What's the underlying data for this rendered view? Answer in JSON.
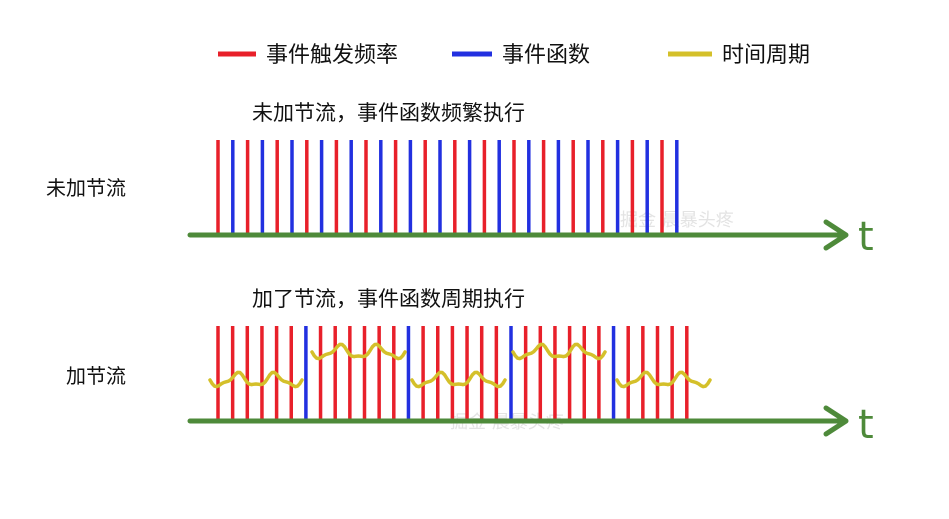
{
  "legend": {
    "items": [
      {
        "label": "事件触发频率",
        "color": "#e8202a"
      },
      {
        "label": "事件函数",
        "color": "#2230e0"
      },
      {
        "label": "时间周期",
        "color": "#d4c02a"
      }
    ]
  },
  "rows": [
    {
      "label": "未加节流",
      "caption": "未加节流，事件函数频繁执行",
      "axis_label": "t",
      "pattern": [
        "r",
        "b",
        "r",
        "b",
        "r",
        "b",
        "r",
        "b",
        "r",
        "b",
        "r",
        "b",
        "r",
        "b",
        "r",
        "b",
        "r",
        "b",
        "r",
        "b",
        "r",
        "b",
        "r",
        "b",
        "r",
        "b",
        "r",
        "b",
        "r",
        "b",
        "r",
        "b"
      ]
    },
    {
      "label": "加节流",
      "caption": "加了节流，事件函数周期执行",
      "axis_label": "t",
      "pattern": [
        "r",
        "r",
        "r",
        "r",
        "r",
        "r",
        "b",
        "r",
        "r",
        "r",
        "r",
        "r",
        "r",
        "b",
        "r",
        "r",
        "r",
        "r",
        "r",
        "r",
        "b",
        "r",
        "r",
        "r",
        "r",
        "r",
        "r",
        "b",
        "r",
        "r",
        "r",
        "r",
        "r"
      ],
      "period_count": 5
    }
  ],
  "watermark": "掘金 晨暴头疼",
  "colors": {
    "axis": "#4e8a3a",
    "trigger": "#e8202a",
    "handler": "#2230e0",
    "period": "#d4c02a"
  }
}
